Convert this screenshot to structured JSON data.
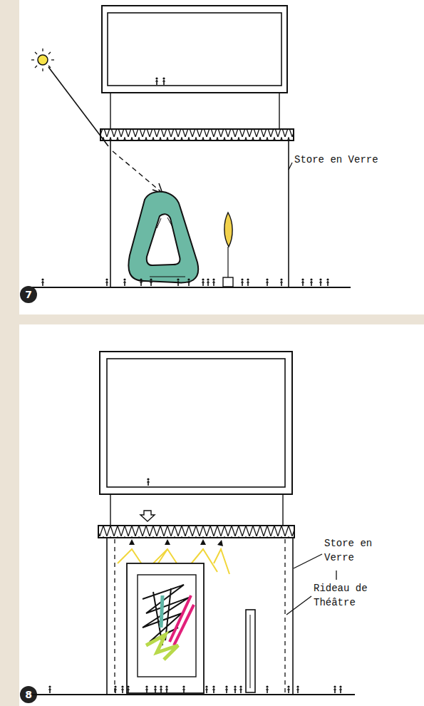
{
  "diagram": {
    "labels": [
      "Store en Verre",
      "7",
      "Store en Verre",
      "Rideau de Théâtre",
      "8"
    ]
  }
}
